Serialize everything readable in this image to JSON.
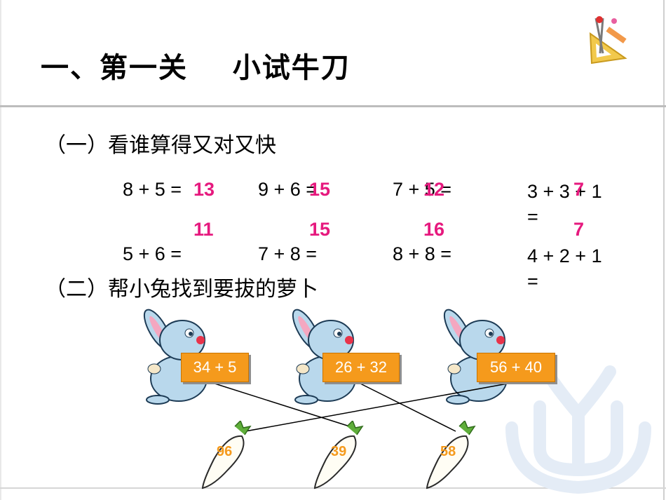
{
  "title": "一、第一关    小试牛刀",
  "section1": {
    "heading": "（一）看谁算得又对又快",
    "equations": [
      "8 + 5 =",
      "9 + 6 =",
      "7 + 5 =",
      "3 + 3 + 1 =",
      "5 + 6 =",
      "7 + 8 =",
      "8 + 8 =",
      "4 + 2 + 1 ="
    ],
    "answers": [
      "13",
      "15",
      "12",
      "7",
      "11",
      "15",
      "16",
      "7"
    ]
  },
  "section2": {
    "heading": "（二）帮小兔找到要拔的萝卜",
    "rabbits": [
      {
        "expression": "34 + 5"
      },
      {
        "expression": "26 + 32"
      },
      {
        "expression": "56 + 40"
      }
    ],
    "carrots": [
      "96",
      "39",
      "58"
    ]
  },
  "colors": {
    "answer": "#e6197e",
    "expression_box": "#f59a1c",
    "carrot_number": "#f59a1c",
    "rabbit_body": "#b9d8ec"
  },
  "icons": {
    "corner": "math-tools-icon",
    "watermark": "hands-sprout-logo"
  }
}
